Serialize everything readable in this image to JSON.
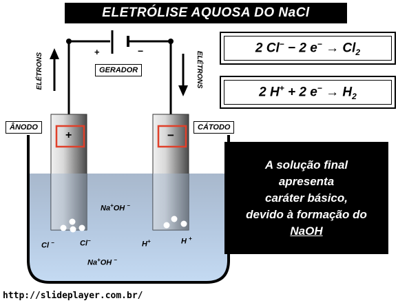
{
  "title": "ELETRÓLISE AQUOSA DO NaCl",
  "equations": [
    {
      "lhs": "2 Cl",
      "lhs_sup": "−",
      "mid": " − 2 e",
      "mid_sup": "−",
      "arrow": " → ",
      "rhs": "Cl",
      "rhs_sub": "2"
    },
    {
      "lhs": "2 H",
      "lhs_sup": "+",
      "mid": " + 2 e",
      "mid_sup": "−",
      "arrow": " → ",
      "rhs": "H",
      "rhs_sub": "2"
    }
  ],
  "info": {
    "line1": "A solução final",
    "line2": "apresenta",
    "line3": "caráter básico,",
    "line4": "devido à formação do",
    "line5": "NaOH"
  },
  "labels": {
    "generator": "GERADOR",
    "anode": "ÂNODO",
    "cathode": "CÁTODO",
    "electrons_left": "ELÉTRONS",
    "electrons_right": "ELÉTRONS",
    "plus_terminal": "+",
    "minus_terminal": "−",
    "anode_sign": "+",
    "cathode_sign": "−"
  },
  "ions": {
    "na_oh_1": {
      "base": "Na",
      "sup": "+",
      "rest": "OH",
      "rest_sup": "−"
    },
    "na_oh_2": {
      "base": "Na",
      "sup": "+",
      "rest": "OH",
      "rest_sup": "−"
    },
    "cl_1": {
      "base": "Cl",
      "sup": "−"
    },
    "cl_2": {
      "base": "Cl",
      "sup": "−"
    },
    "h_1": {
      "base": "H",
      "sup": "+"
    },
    "h_2": {
      "base": "H",
      "sup": "+"
    }
  },
  "colors": {
    "solution_top": "#aebfd3",
    "solution_bottom": "#bcd3ee",
    "electrode_dark": "#555555",
    "electrode_light": "#e6e6e6",
    "sign_box_border": "#e0402a"
  },
  "footer": "http://slideplayer.com.br/"
}
